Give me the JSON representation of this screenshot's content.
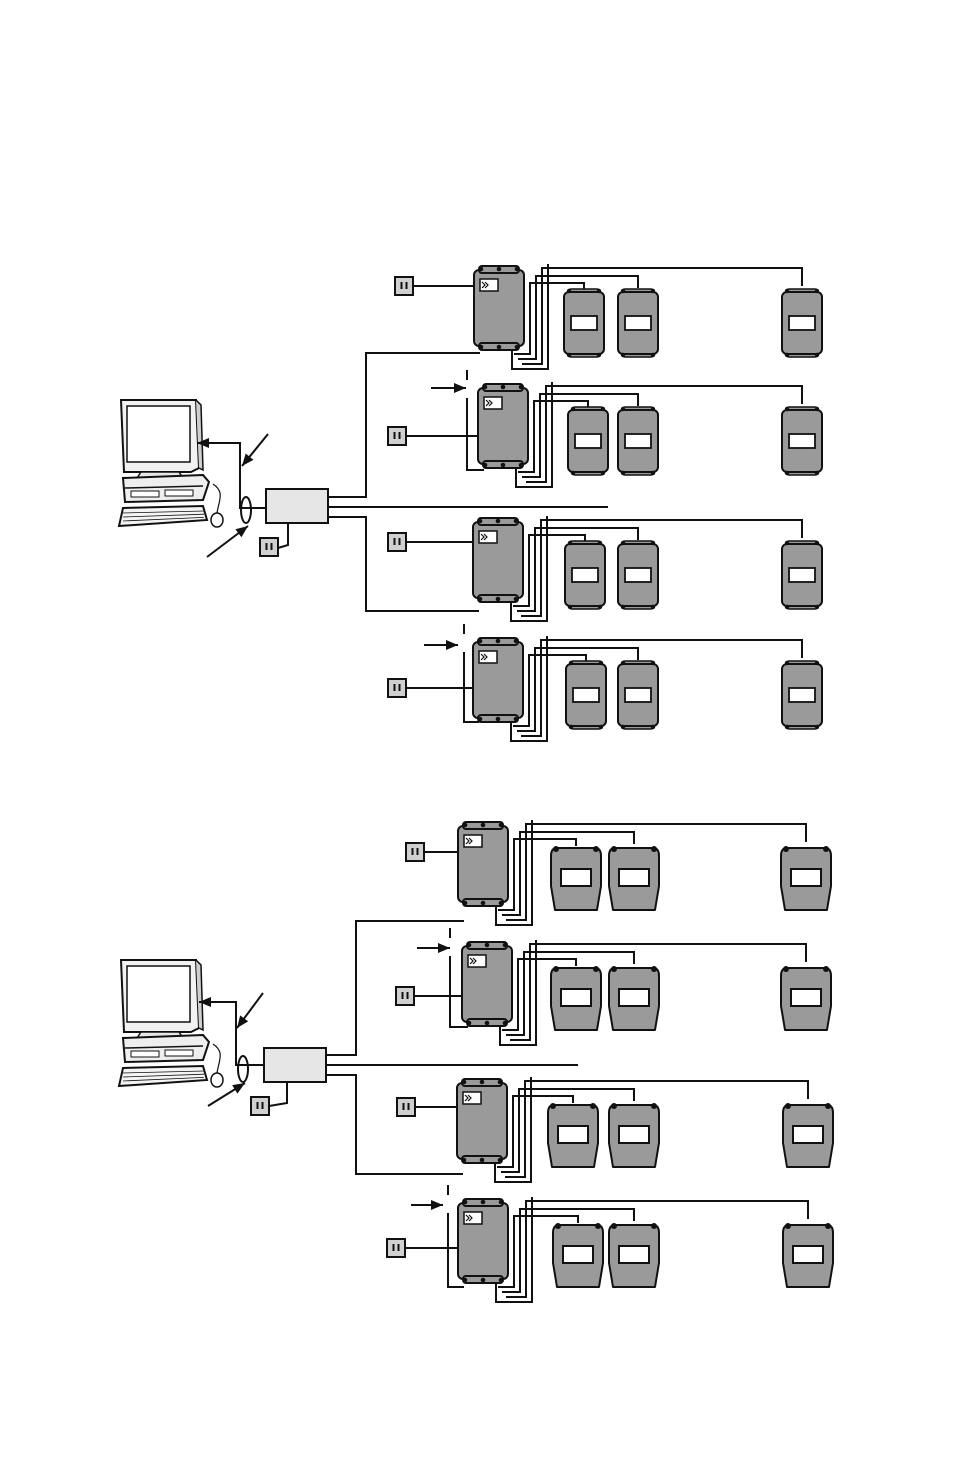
{
  "diagrams": [
    {
      "id": "top",
      "computer": {
        "icon": "desktop-computer-icon"
      },
      "hub": {
        "icon": "hub-box-icon"
      },
      "outlet": {
        "icon": "power-outlet-icon"
      },
      "controllers": [
        {
          "icon": "controller-box-icon",
          "indicator_arrow": false,
          "meters": 3
        },
        {
          "icon": "controller-box-icon",
          "indicator_arrow": true,
          "meters": 3
        },
        {
          "icon": "controller-box-icon",
          "indicator_arrow": false,
          "meters": 3
        },
        {
          "icon": "controller-box-icon",
          "indicator_arrow": true,
          "meters": 3
        }
      ],
      "meter_style": "rectangular"
    },
    {
      "id": "bottom",
      "computer": {
        "icon": "desktop-computer-icon"
      },
      "hub": {
        "icon": "hub-box-icon"
      },
      "outlet": {
        "icon": "power-outlet-icon"
      },
      "controllers": [
        {
          "icon": "controller-box-icon",
          "indicator_arrow": false,
          "meters": 3
        },
        {
          "icon": "controller-box-icon",
          "indicator_arrow": true,
          "meters": 3
        },
        {
          "icon": "controller-box-icon",
          "indicator_arrow": false,
          "meters": 3
        },
        {
          "icon": "controller-box-icon",
          "indicator_arrow": true,
          "meters": 3
        }
      ],
      "meter_style": "tapered"
    }
  ],
  "colors": {
    "line": "#111111",
    "device_fill": "#9a9a9a",
    "hub_fill": "#e6e6e6",
    "display_fill": "#ffffff",
    "outlet_fill": "#d0d0d0",
    "background": "#ffffff"
  }
}
